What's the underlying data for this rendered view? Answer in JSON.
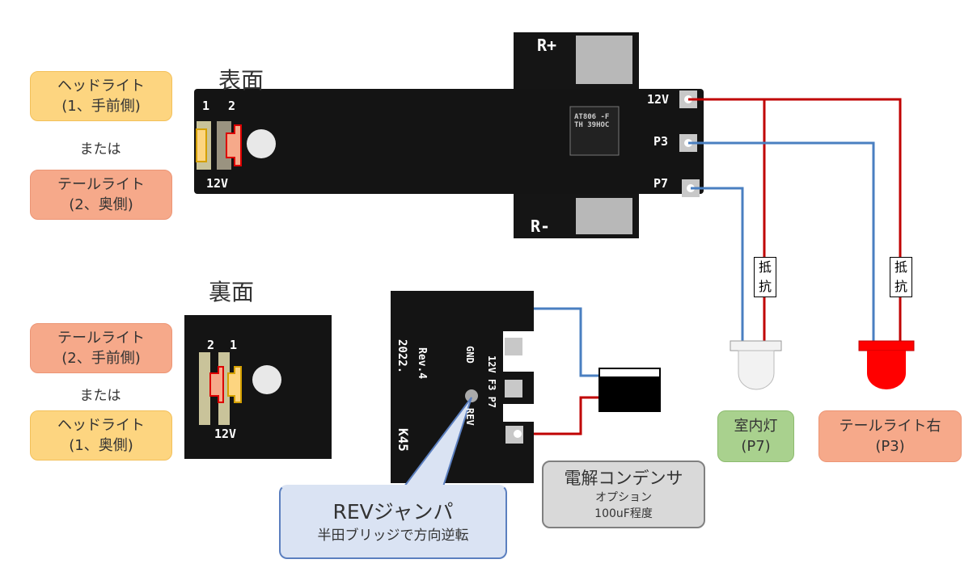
{
  "front": {
    "title": "表面",
    "headlight": {
      "line1": "ヘッドライト",
      "line2": "(1、手前側)"
    },
    "or": "または",
    "taillight": {
      "line1": "テールライト",
      "line2": "(2、奥側)"
    },
    "pcb_labels": {
      "r_plus": "R+",
      "r_minus": "R-",
      "v12": "12V",
      "p3": "P3",
      "p7": "P7",
      "led1": "1",
      "led2": "2",
      "led_12v": "12V",
      "chip": "AT806 -F TH 39HOC"
    }
  },
  "back": {
    "title": "裏面",
    "taillight": {
      "line1": "テールライト",
      "line2": "(2、手前側)"
    },
    "or": "または",
    "headlight": {
      "line1": "ヘッドライト",
      "line2": "(1、奥側)"
    },
    "pcb_labels": {
      "led2": "2",
      "led1": "1",
      "v12": "12V",
      "gnd": "GND",
      "rev": "REV",
      "pins": "12V F3 P7",
      "year": "2022.",
      "rev_no": "Rev.4",
      "model": "K45"
    }
  },
  "resistor_label": "抵抗",
  "room_light": {
    "line1": "室内灯",
    "line2": "(P7)"
  },
  "tail_right": {
    "line1": "テールライト右",
    "line2": "(P3)"
  },
  "capacitor": {
    "line1": "電解コンデンサ",
    "line2": "オプション",
    "line3": "100uF程度"
  },
  "rev_jumper": {
    "line1": "REVジャンパ",
    "line2": "半田ブリッジで方向逆転"
  },
  "colors": {
    "wire_red": "#c00000",
    "wire_blue": "#4a7fc1",
    "led_red": "#ff0000",
    "led_white": "#f2f2f2",
    "pcb": "#111111"
  }
}
